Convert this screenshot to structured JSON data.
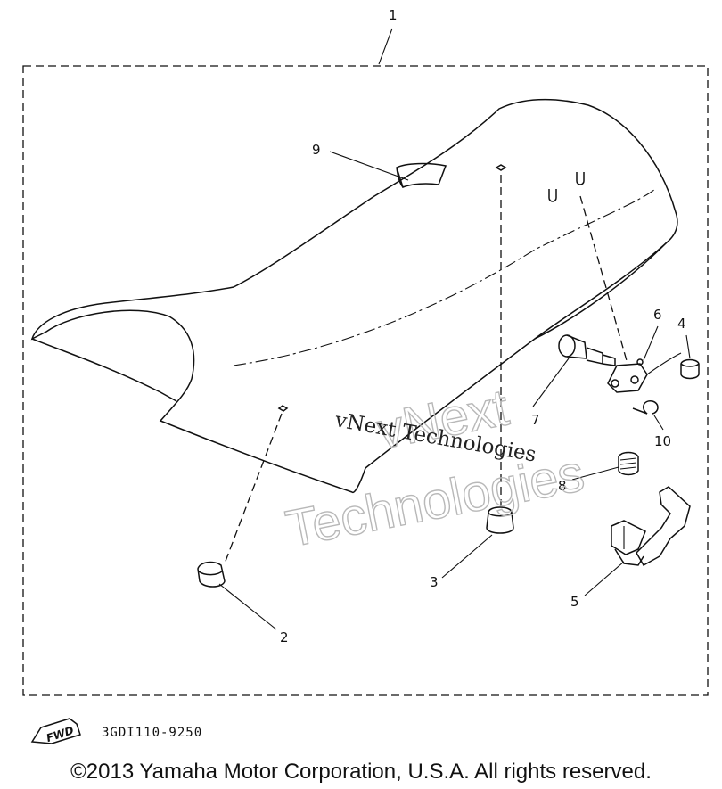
{
  "diagram": {
    "callouts": {
      "c1": "1",
      "c2": "2",
      "c3": "3",
      "c4": "4",
      "c5": "5",
      "c6": "6",
      "c7": "7",
      "c8": "8",
      "c9": "9",
      "c10": "10"
    },
    "watermark": {
      "small": "vNext Technologies",
      "large_line1": "vNext",
      "large_line2": "Technologies"
    },
    "fwd_label": "FWD",
    "drawing_code": "3GDI110-9250"
  },
  "footer": {
    "copyright": "©2013 Yamaha Motor Corporation, U.S.A. All rights reserved."
  }
}
